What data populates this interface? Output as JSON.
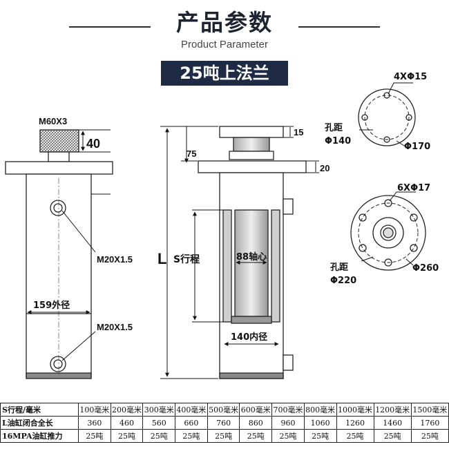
{
  "header": {
    "title": "产品参数",
    "subtitle": "Product Parameter",
    "model": "25吨上法兰"
  },
  "left_drawing": {
    "thread_top": "M60X3",
    "dim_40": "40",
    "port_top": "M20X1.5",
    "outer_dia": "159外径",
    "port_bottom": "M20X1.5"
  },
  "middle_drawing": {
    "length_label": "L",
    "stroke_label": "S行程",
    "dim_15": "15",
    "dim_75": "75",
    "dim_20": "20",
    "shaft_dia": "88轴心",
    "inner_dia": "140内径"
  },
  "top_flange": {
    "holes": "4XΦ15",
    "pitch_label": "孔距",
    "pitch_value": "Φ140",
    "outer": "Φ170"
  },
  "bottom_flange": {
    "holes": "6XΦ17",
    "pitch_label": "孔距",
    "pitch_value": "Φ220",
    "outer": "Φ260"
  },
  "table": {
    "rows": [
      {
        "header": "S行程/毫米",
        "cells": [
          "100毫米",
          "200毫米",
          "300毫米",
          "400毫米",
          "500毫米",
          "600毫米",
          "700毫米",
          "800毫米",
          "1000毫米",
          "1200毫米",
          "1500毫米"
        ]
      },
      {
        "header": "L油缸闭合全长",
        "cells": [
          "360",
          "460",
          "560",
          "660",
          "760",
          "860",
          "960",
          "1060",
          "1260",
          "1460",
          "1760"
        ]
      },
      {
        "header": "16MPA油缸推力",
        "cells": [
          "25吨",
          "25吨",
          "25吨",
          "25吨",
          "25吨",
          "25吨",
          "25吨",
          "25吨",
          "25吨",
          "25吨",
          "25吨"
        ]
      }
    ]
  }
}
